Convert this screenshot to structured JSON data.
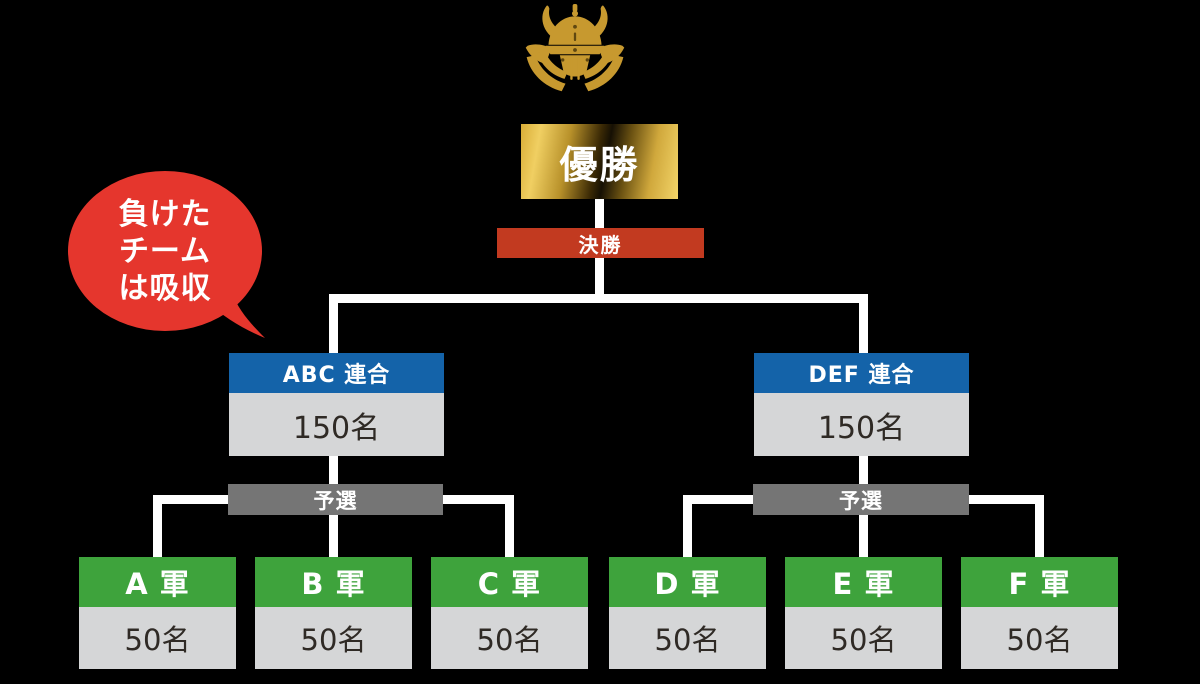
{
  "diagram": {
    "type": "tournament-bracket",
    "champion": {
      "label": "優勝"
    },
    "final": {
      "label": "決勝"
    },
    "callout": {
      "line1": "負けた",
      "line2": "チーム",
      "line3": "は吸収"
    },
    "prelim": {
      "label": "予選"
    },
    "unions": [
      {
        "name": "ABC 連合",
        "members": "150名"
      },
      {
        "name": "DEF 連合",
        "members": "150名"
      }
    ],
    "teams": [
      {
        "name": "A 軍",
        "members": "50名"
      },
      {
        "name": "B 軍",
        "members": "50名"
      },
      {
        "name": "C 軍",
        "members": "50名"
      },
      {
        "name": "D 軍",
        "members": "50名"
      },
      {
        "name": "E 軍",
        "members": "50名"
      },
      {
        "name": "F 軍",
        "members": "50名"
      }
    ],
    "colors": {
      "background": "#000000",
      "gold": "#d9ae37",
      "final_red": "#c23a20",
      "callout_red": "#e5362d",
      "union_blue": "#1463a9",
      "team_green": "#3ea33c",
      "prelim_gray": "#757575",
      "body_gray": "#d5d6d7",
      "connector_white": "#ffffff"
    },
    "icons": {
      "helmet": "kabuto-helmet-icon"
    }
  }
}
